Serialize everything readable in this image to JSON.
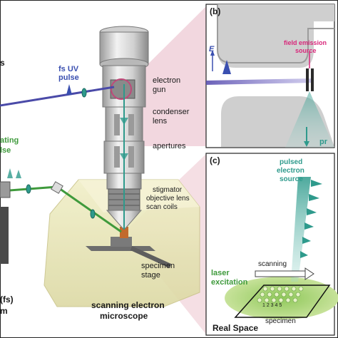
{
  "left_panel": {
    "label_s": "s",
    "fs_uv_pulse_line1": "fs UV",
    "fs_uv_pulse_line2": "pulse",
    "ating_line1": "ating",
    "ating_line2": "lse",
    "electron_gun_line1": "electron",
    "electron_gun_line2": "gun",
    "condenser_line1": "condenser",
    "condenser_line2": "lens",
    "apertures": "apertures",
    "stigmator": "stigmator",
    "objective": "objective lens",
    "scan_coils": "scan coils",
    "specimen_stage_line1": "specimen",
    "specimen_stage_line2": "stage",
    "fs_line1": "(fs)",
    "fs_line2": "m",
    "sem_line1": "scanning electron",
    "sem_line2": "microscope"
  },
  "panel_b": {
    "letter": "(b)",
    "field_emission_line1": "field emission",
    "field_emission_line2": "source",
    "e_vector": "E",
    "pr": "pr"
  },
  "panel_c": {
    "letter": "(c)",
    "pulsed_line1": "pulsed",
    "pulsed_line2": "electron",
    "pulsed_line3": "source",
    "scanning": "scanning",
    "laser_line1": "laser",
    "laser_line2": "excitation",
    "grid_numbers": "1 2 3 4 5",
    "specimen": "specimen",
    "real_space": "Real Space"
  },
  "colors": {
    "uv_beam": "#4a4aa8",
    "electron_beam": "#2e9a8c",
    "laser_green": "#3f9a3c",
    "pink_projection": "#e8b7c4",
    "field_emission": "#d8277a"
  }
}
